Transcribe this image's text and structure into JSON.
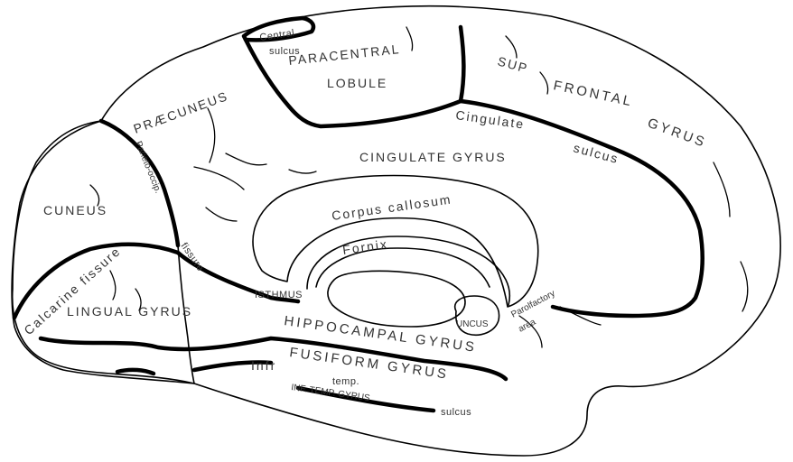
{
  "colors": {
    "highlight": "#FBB116",
    "ventricle": "#C8C8C8",
    "outline": "#000000",
    "label": "#333333"
  },
  "labels": {
    "central_sulcus_1": "Central",
    "central_sulcus_2": "sulcus",
    "paracentral_1": "PARACENTRAL",
    "paracentral_2": "LOBULE",
    "sup_frontal_1": "SUP",
    "sup_frontal_2": "FRONTAL",
    "sup_frontal_3": "GYRUS",
    "praecuneus": "PRÆCUNEUS",
    "cingulate_sulcus_1": "Cingulate",
    "cingulate_sulcus_2": "sulcus",
    "cingulate_gyrus": "CINGULATE GYRUS",
    "parieto_occip": "Parieto-occip.",
    "cuneus": "CUNEUS",
    "corpus_callosum": "Corpus callosum",
    "fornix": "Fornix",
    "calcarine_fissure": "Calcarine fissure",
    "fissure": "fissure",
    "isthmus": "ISTHMUS",
    "lingual_gyrus": "LINGUAL GYRUS",
    "hippocampal_gyrus": "HIPPOCAMPAL GYRUS",
    "uncus": "UNCUS",
    "parolfactory_1": "Parolfactory",
    "parolfactory_2": "area",
    "fusiform_gyrus": "FUSIFORM GYRUS",
    "infr": "Infr",
    "temp": "temp.",
    "inf_temp_gyrus": "INF. TEMP. GYRUS",
    "sulcus": "sulcus"
  }
}
